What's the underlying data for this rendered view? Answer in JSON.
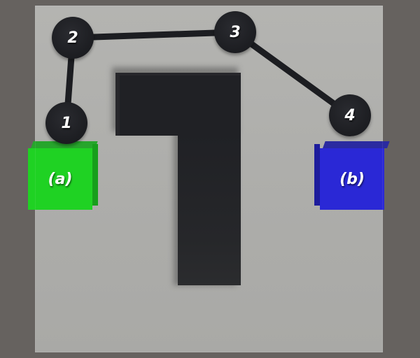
{
  "scene": {
    "title": "",
    "board_color": "#aeaeab",
    "background_color": "#66625f"
  },
  "cubes": [
    {
      "id": "a",
      "label": "(a)",
      "color": "#1fd223"
    },
    {
      "id": "b",
      "label": "(b)",
      "color": "#2a28d6"
    }
  ],
  "waypoints": [
    {
      "label": "1"
    },
    {
      "label": "2"
    },
    {
      "label": "3"
    },
    {
      "label": "4"
    }
  ],
  "obstacle": {
    "color": "#202125",
    "shape": "L-shaped wall"
  },
  "path": {
    "color": "#1c1d21",
    "order": [
      "1",
      "2",
      "3",
      "4"
    ]
  }
}
